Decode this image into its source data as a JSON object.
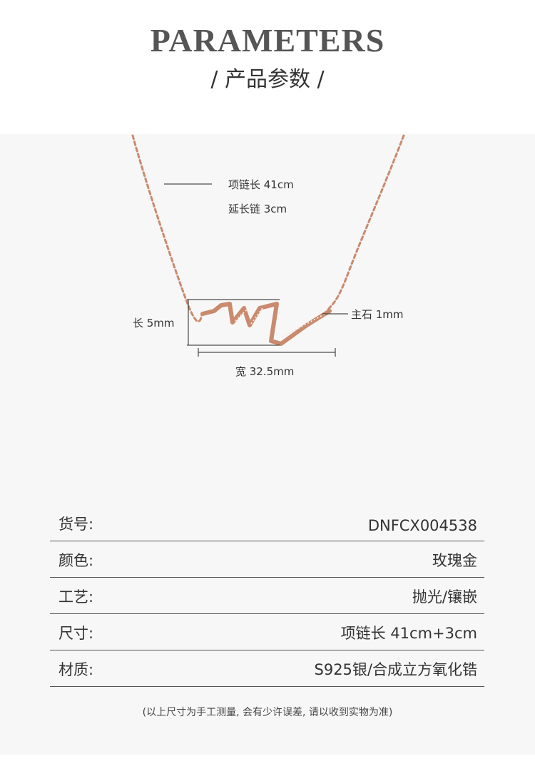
{
  "header": {
    "title": "PARAMETERS",
    "subtitle": "/ 产品参数 /"
  },
  "diagram": {
    "necklace_length": "项链长 41cm",
    "extension_chain": "延长链 3cm",
    "height": "长 5mm",
    "main_stone": "主石 1mm",
    "width": "宽 32.5mm",
    "metal_color": "#c98a6e"
  },
  "params": [
    {
      "key": "货号:",
      "value": "DNFCX004538"
    },
    {
      "key": "颜色:",
      "value": "玫瑰金"
    },
    {
      "key": "工艺:",
      "value": "抛光/镶嵌"
    },
    {
      "key": "尺寸:",
      "value": "项链长 41cm+3cm"
    },
    {
      "key": "材质:",
      "value": "S925银/合成立方氧化锆"
    }
  ],
  "note": "(以上尺寸为手工测量, 会有少许误差, 请以收到实物为准)"
}
